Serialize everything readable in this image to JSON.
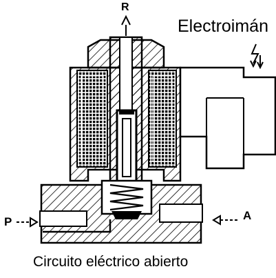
{
  "title": "Electroimán",
  "caption": "Circuito eléctrico abierto",
  "ports": {
    "r": "R",
    "p": "P",
    "a": "A"
  },
  "colors": {
    "ink": "#000000",
    "paper": "#ffffff"
  }
}
